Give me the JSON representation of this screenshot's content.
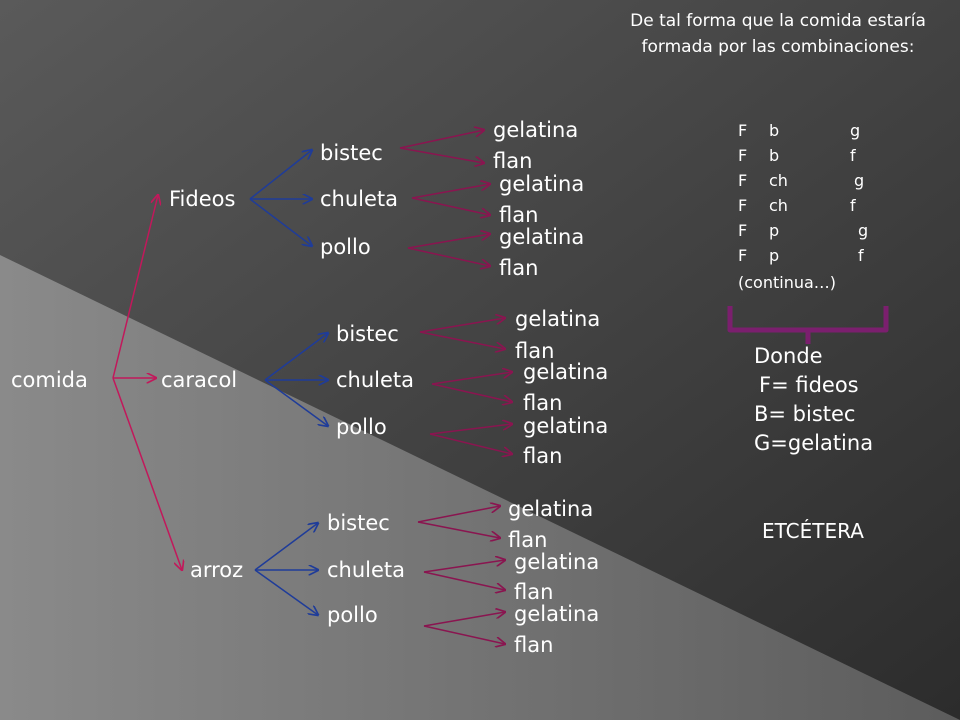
{
  "diagram": {
    "root": "comida",
    "first_level": [
      "Fideos",
      "caracol",
      "arroz"
    ],
    "mains": [
      "bistec",
      "chuleta",
      "pollo"
    ],
    "desserts": [
      "gelatina",
      "flan"
    ],
    "note": "De tal forma que la comida estaría formada por las combinaciones:",
    "combinations": [
      [
        "F",
        "b",
        "g"
      ],
      [
        "F",
        "b",
        "f"
      ],
      [
        "F",
        "ch",
        "g"
      ],
      [
        "F",
        "ch",
        "f"
      ],
      [
        "F",
        "p",
        "g"
      ],
      [
        "F",
        "p",
        "f"
      ]
    ],
    "continua": "(continua…)",
    "legend": [
      "Donde",
      "F= fideos",
      "B= bistec",
      "G=gelatina"
    ],
    "etcetera": "ETCÉTERA"
  },
  "colors": {
    "pink_arrow": "#c2185b",
    "blue_arrow": "#1f3c99",
    "magenta_arrow": "#8a1550",
    "brace": "#7b1f6e",
    "background": "#3d3d3d"
  }
}
